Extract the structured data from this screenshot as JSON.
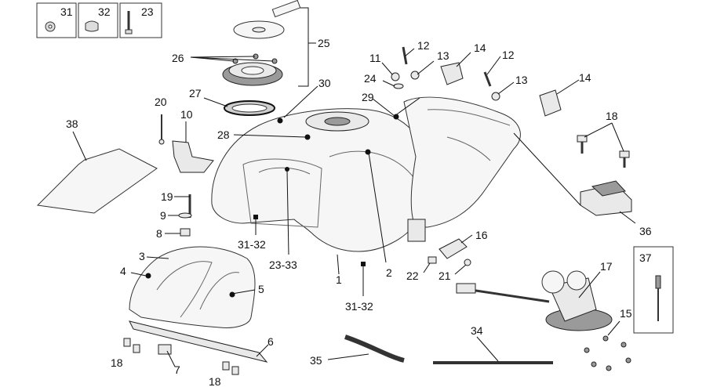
{
  "legend_boxes": [
    {
      "label": "31",
      "icon": "washer-icon"
    },
    {
      "label": "32",
      "icon": "grommet-icon"
    },
    {
      "label": "23",
      "icon": "screw-icon"
    }
  ],
  "callouts": [
    {
      "id": "c25",
      "label": "25"
    },
    {
      "id": "c26",
      "label": "26"
    },
    {
      "id": "c27",
      "label": "27"
    },
    {
      "id": "c30",
      "label": "30"
    },
    {
      "id": "c29",
      "label": "29"
    },
    {
      "id": "c28",
      "label": "28"
    },
    {
      "id": "c20",
      "label": "20"
    },
    {
      "id": "c10",
      "label": "10"
    },
    {
      "id": "c38",
      "label": "38"
    },
    {
      "id": "c11",
      "label": "11"
    },
    {
      "id": "c12a",
      "label": "12"
    },
    {
      "id": "c13a",
      "label": "13"
    },
    {
      "id": "c24",
      "label": "24"
    },
    {
      "id": "c14a",
      "label": "14"
    },
    {
      "id": "c12b",
      "label": "12"
    },
    {
      "id": "c13b",
      "label": "13"
    },
    {
      "id": "c14b",
      "label": "14"
    },
    {
      "id": "c18a",
      "label": "18"
    },
    {
      "id": "c36",
      "label": "36"
    },
    {
      "id": "c19",
      "label": "19"
    },
    {
      "id": "c9",
      "label": "9"
    },
    {
      "id": "c8",
      "label": "8"
    },
    {
      "id": "c3",
      "label": "3"
    },
    {
      "id": "c4",
      "label": "4"
    },
    {
      "id": "c5",
      "label": "5"
    },
    {
      "id": "c3132a",
      "label": "31-32"
    },
    {
      "id": "c2333",
      "label": "23-33"
    },
    {
      "id": "c1",
      "label": "1"
    },
    {
      "id": "c2",
      "label": "2"
    },
    {
      "id": "c3132b",
      "label": "31-32"
    },
    {
      "id": "c16",
      "label": "16"
    },
    {
      "id": "c22",
      "label": "22"
    },
    {
      "id": "c21",
      "label": "21"
    },
    {
      "id": "c17",
      "label": "17"
    },
    {
      "id": "c37",
      "label": "37"
    },
    {
      "id": "c15",
      "label": "15"
    },
    {
      "id": "c34",
      "label": "34"
    },
    {
      "id": "c35",
      "label": "35"
    },
    {
      "id": "c6",
      "label": "6"
    },
    {
      "id": "c7",
      "label": "7"
    },
    {
      "id": "c18b",
      "label": "18"
    },
    {
      "id": "c18c",
      "label": "18"
    }
  ]
}
